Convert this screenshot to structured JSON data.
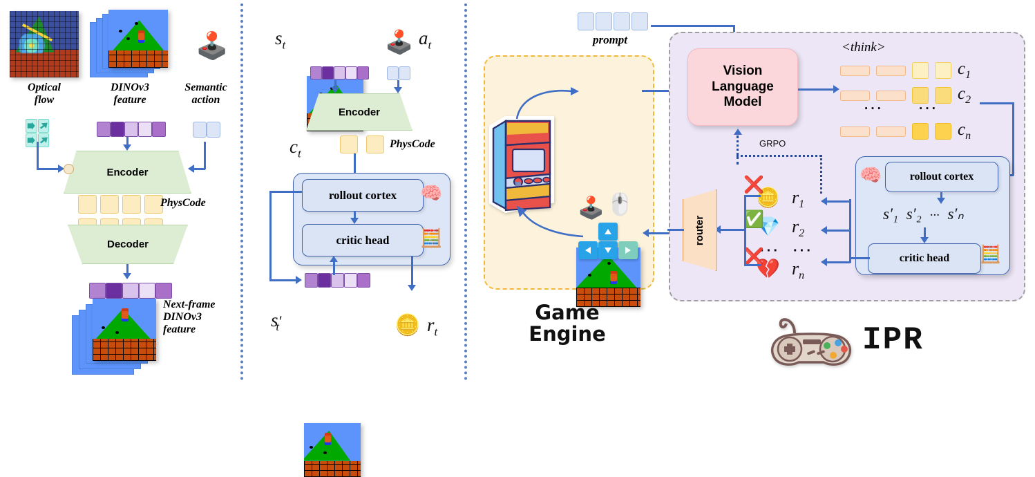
{
  "figure": {
    "title": "IPR framework overview",
    "panels": [
      "physcode-autoencoder",
      "world-model-rollout",
      "ipr-rl-loop"
    ]
  },
  "colors": {
    "arrow_blue": "#3f6ec4",
    "encoder_green": "#ddedd4",
    "module_blue": "#dde6f6",
    "physcode_yellow": "#fdecc0",
    "token_purple": "#7d4fa8",
    "vlm_pink": "#fbd7dc",
    "router_orange": "#fce0c6",
    "game_box_bg": "#fdf3dc",
    "game_box_border": "#f0b93c",
    "ipr_box_bg": "#ece6f6",
    "ipr_box_border": "#9e9e9e",
    "flow_teal": "#bff0ea"
  },
  "panel1": {
    "inputs": [
      {
        "label": "Optical\nflow",
        "icon": "optical-flow-icon"
      },
      {
        "label": "DINOv3\nfeature",
        "icon": "frame-stack-icon"
      },
      {
        "label": "Semantic\naction",
        "icon": "joystick-icon"
      }
    ],
    "optical_flow_label": "Optical\nflow",
    "dinov3_label": "DINOv3\nfeature",
    "semantic_action_label": "Semantic\naction",
    "encoder_label": "Encoder",
    "decoder_label": "Decoder",
    "physcode_label": "PhysCode",
    "output_label": "Next-frame\nDINOv3\nfeature",
    "dinov3_tokens": [
      "#b183d0",
      "#6c2fa0",
      "#d9c2ec",
      "#ece0f6",
      "#a96fc9"
    ],
    "action_tokens": [
      "#dde6f7",
      "#dde6f7"
    ],
    "physcode_cols": 4,
    "physcode_rows": 2,
    "output_tokens": [
      "#b183d0",
      "#6c2fa0",
      "#d9c2ec",
      "#ece0f6",
      "#a96fc9"
    ]
  },
  "panel2": {
    "state_symbol": "s",
    "state_sub": "t",
    "action_symbol": "a",
    "action_sub": "t",
    "encoder_label": "Encoder",
    "code_symbol": "c",
    "code_sub": "t",
    "physcode_label": "PhysCode",
    "rollout_label": "rollout cortex",
    "critic_label": "critic head",
    "next_state_symbol": "s",
    "next_state_prime": "′",
    "next_state_sub": "t",
    "reward_symbol": "r",
    "reward_sub": "t",
    "brain_icon": "brain-icon",
    "calculator_icon": "calculator-icon",
    "coin_icon": "coin-icon"
  },
  "panel3": {
    "prompt_label": "prompt",
    "prompt_tokens": 4,
    "game_engine_title": "Game\nEngine",
    "arcade_icon": "arcade-cabinet-icon",
    "joystick_icon": "joystick-icon",
    "mouse_icon": "mouse-icon",
    "dpad_keys": [
      "up",
      "left",
      "down",
      "right"
    ],
    "vlm_label": "Vision\nLanguage\nModel",
    "grpo_label": "GRPO",
    "router_label": "router",
    "think_tag": "<think>",
    "think_rows": [
      {
        "code": "c",
        "sub": "1",
        "square": "#fdf0c2"
      },
      {
        "code": "c",
        "sub": "2",
        "square": "#fbdc7c"
      },
      {
        "code": "c",
        "sub": "n",
        "square": "#fcd24f"
      }
    ],
    "think_ellipsis": "···",
    "rollout_label": "rollout cortex",
    "critic_label": "critic head",
    "rollout_states": [
      "s′₁",
      "s′₂",
      "···",
      "s′ₙ"
    ],
    "rewards": [
      {
        "verdict": "reject",
        "icon": "coin-icon",
        "symbol": "r",
        "sub": "1"
      },
      {
        "verdict": "accept",
        "icon": "gem-icon",
        "symbol": "r",
        "sub": "2"
      },
      {
        "verdict": "reject",
        "icon": "broken-heart-icon",
        "symbol": "r",
        "sub": "n"
      }
    ],
    "reward_ellipsis": "···",
    "ipr_title": "IPR",
    "gamepad_icon": "gamepad-icon",
    "brain_icon": "brain-icon",
    "calculator_icon": "calculator-icon"
  }
}
